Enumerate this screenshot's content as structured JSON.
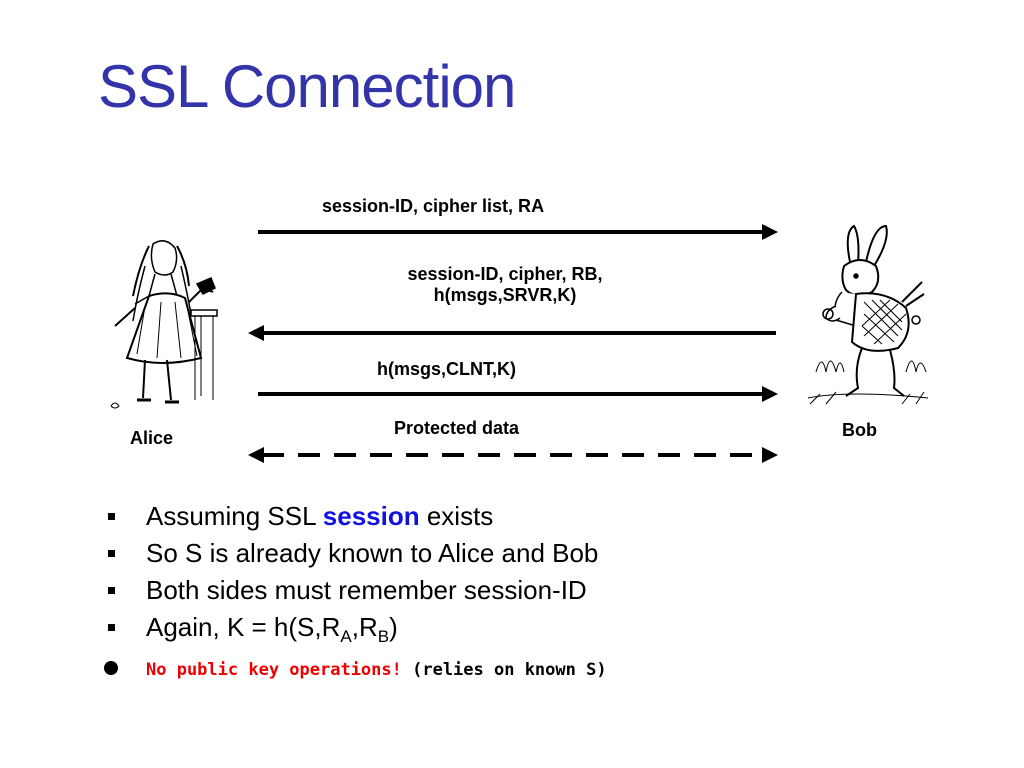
{
  "title": "SSL Connection",
  "actors": {
    "left": {
      "name": "Alice"
    },
    "right": {
      "name": "Bob"
    }
  },
  "messages": [
    {
      "text": "session-ID, cipher list, R",
      "sub": "A",
      "direction": "right",
      "style": "solid"
    },
    {
      "line1": "session-ID, cipher, R",
      "sub": "B",
      "after_sub": ",",
      "line2": "h(msgs,SRVR,K)",
      "direction": "left",
      "style": "solid"
    },
    {
      "text": "h(msgs,CLNT,K)",
      "direction": "right",
      "style": "solid"
    },
    {
      "text": "Protected data",
      "direction": "both",
      "style": "dashed"
    }
  ],
  "bullets": [
    {
      "before": "Assuming SSL ",
      "keyword": "session",
      "after": " exists"
    },
    {
      "text": "So S is already known to Alice and Bob"
    },
    {
      "text": "Both sides must remember session-ID"
    },
    {
      "before": "Again, K = h(S,R",
      "sub1": "A",
      "mid": ",R",
      "sub2": "B",
      "after": ")"
    }
  ],
  "note": {
    "red": "No public key operations!",
    "black": " (relies on known S)"
  },
  "colors": {
    "title": "#3333aa",
    "keyword": "#1111dd",
    "warning": "#ee0000"
  }
}
